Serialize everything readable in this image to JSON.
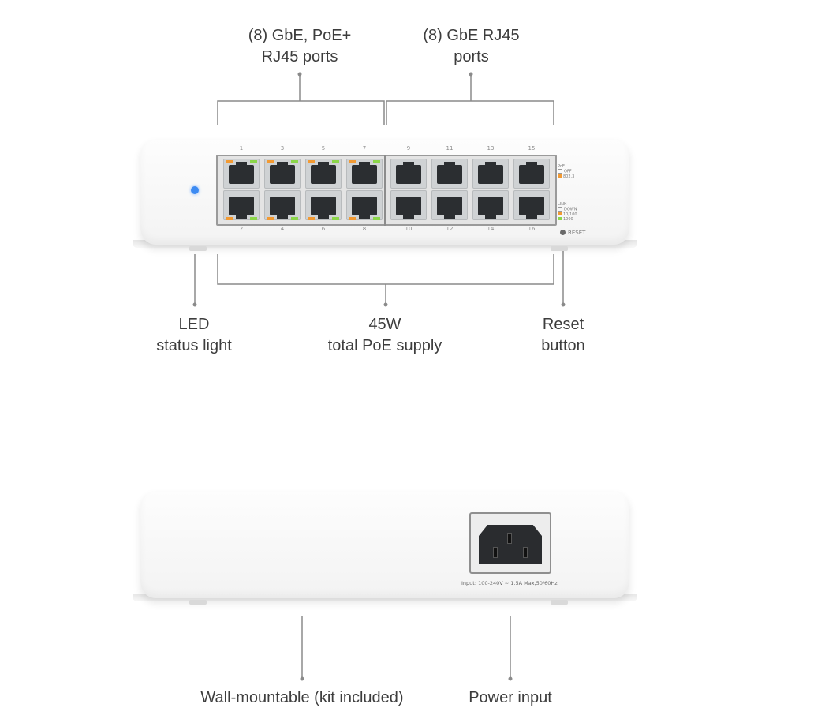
{
  "callouts": {
    "poe_ports": [
      "(8) GbE, PoE+",
      "RJ45 ports"
    ],
    "rj45_ports": [
      "(8) GbE RJ45",
      "ports"
    ],
    "led": [
      "LED",
      "status light"
    ],
    "poe_supply": [
      "45W",
      "total PoE supply"
    ],
    "reset": [
      "Reset",
      "button"
    ],
    "wall_mount": [
      "Wall-mountable (kit included)"
    ],
    "power_input": [
      "Power input"
    ]
  },
  "front": {
    "port_top_labels": [
      "1",
      "3",
      "5",
      "7",
      "9",
      "11",
      "13",
      "15"
    ],
    "port_bottom_labels": [
      "2",
      "4",
      "6",
      "8",
      "10",
      "12",
      "14",
      "16"
    ],
    "legend_poe": [
      "PoE",
      "OFF",
      "802.3"
    ],
    "legend_link": [
      "LINK",
      "DOWN",
      "10/100",
      "1000"
    ],
    "reset_label": "RESET",
    "colors": {
      "led": "#3d8bf2",
      "poe_led": "#f29a33",
      "link_led": "#8bd64a"
    }
  },
  "back": {
    "input_label": "Input: 100-240V ~ 1.5A Max,50/60Hz"
  }
}
